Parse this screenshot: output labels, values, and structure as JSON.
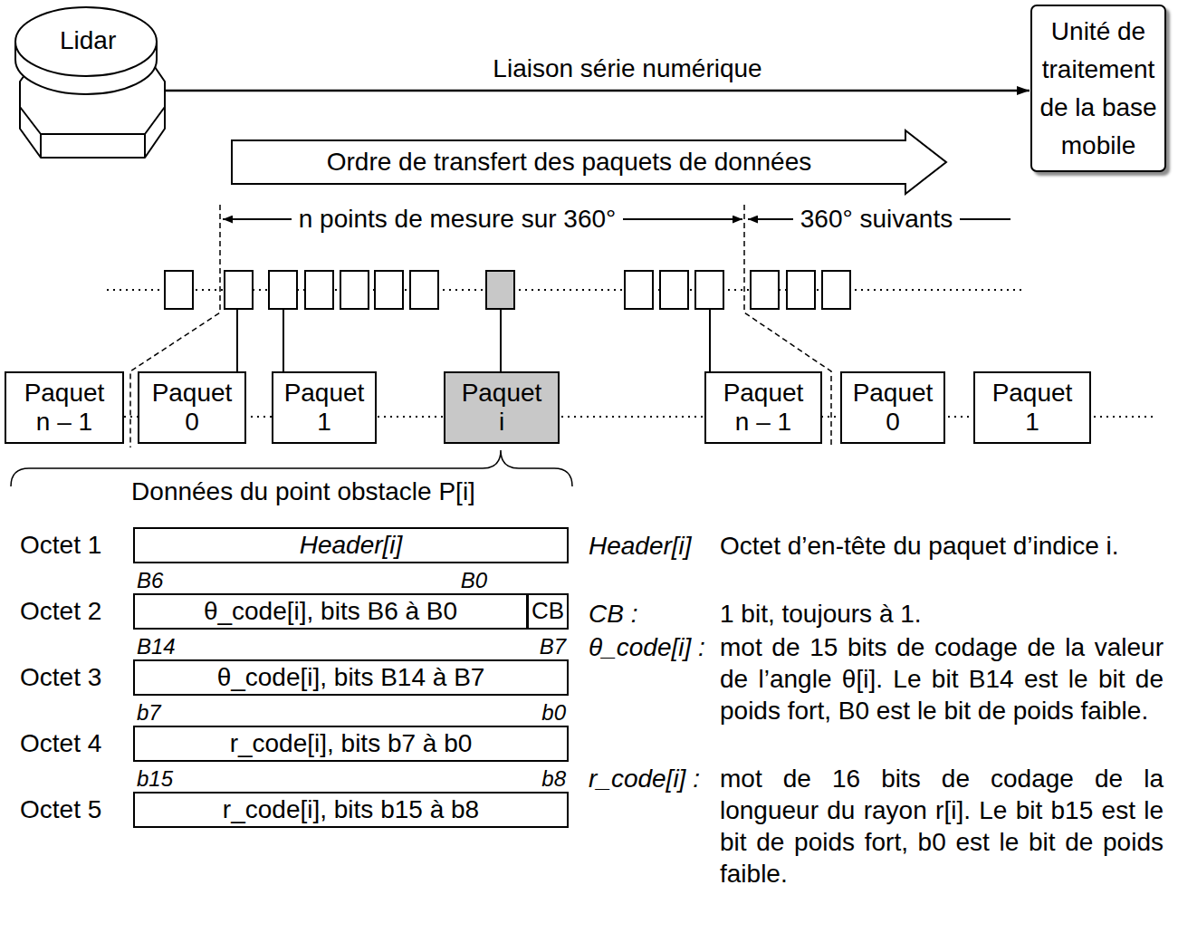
{
  "diagram": {
    "nodes": [
      {
        "text": [
          "Lidar"
        ]
      },
      {
        "text": [
          "Unité de traitement de la base mobile"
        ]
      },
      {
        "text": [
          "Ordre de transfert des paquets de données"
        ]
      },
      {
        "text": [
          "Paquet n – 1"
        ]
      },
      {
        "text": [
          "Paquet 0"
        ]
      },
      {
        "text": [
          "Paquet 1"
        ]
      },
      {
        "text": [
          "Paquet i"
        ]
      },
      {
        "text": [
          "Paquet n – 1"
        ]
      },
      {
        "text": [
          "Paquet 0"
        ]
      },
      {
        "text": [
          "Paquet 1"
        ]
      },
      {
        "text": [
          "Header[i]"
        ]
      },
      {
        "text": [
          "θ_code[i], bits B6 à B0"
        ]
      },
      {
        "text": [
          "CB"
        ]
      },
      {
        "text": [
          "θ_code[i], bits B14 à B7"
        ]
      },
      {
        "text": [
          "r_code[i], bits b7 à b0"
        ]
      },
      {
        "text": [
          "r_code[i], bits b15 à b8"
        ]
      }
    ],
    "edges": [
      {
        "from": 0,
        "to": 1,
        "arrow": "to",
        "label": "Liaison série numérique"
      }
    ],
    "labels": [
      "n points de mesure sur 360°",
      "360° suivants",
      "Données du point obstacle P[i]",
      "Octet 1",
      "B6",
      "B0",
      "Octet 2",
      "B14",
      "B7",
      "Octet 3",
      "b7",
      "b0",
      "Octet 4",
      "b15",
      "b8",
      "Octet 5",
      "Header[i]",
      "Octet d’en-tête du paquet d’indice i.",
      "CB :",
      "1 bit, toujours à 1.",
      "θ_code[i] :",
      "mot de 15 bits de codage de la valeur de l’angle θ[i]. Le bit B14 est le bit de poids fort, B0 est le bit de poids faible.",
      "r_code[i] :",
      "mot de 16 bits de codage de la longueur du rayon r[i]. Le bit b15 est le bit de poids fort, b0 est le bit de poids faible."
    ]
  }
}
